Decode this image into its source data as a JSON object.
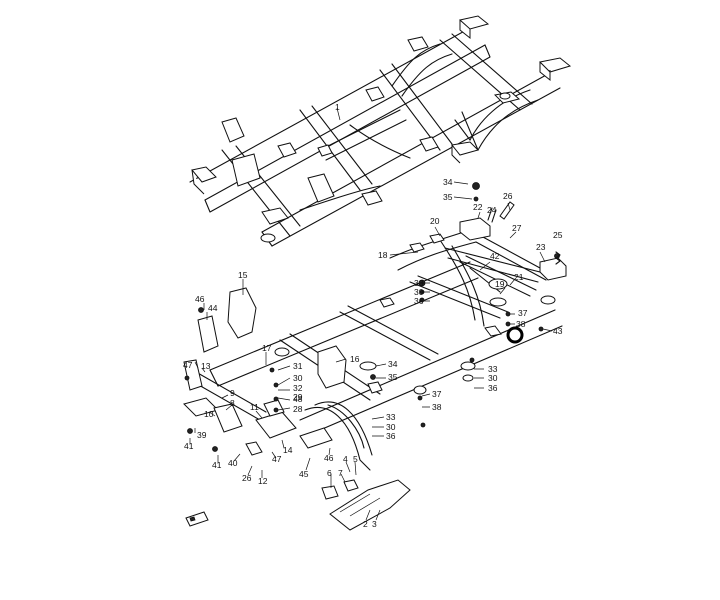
{
  "callouts": [
    {
      "id": "c1",
      "text": "1"
    },
    {
      "id": "c34a",
      "text": "34"
    },
    {
      "id": "c35a",
      "text": "35"
    },
    {
      "id": "c26a",
      "text": "26"
    },
    {
      "id": "c22",
      "text": "22"
    },
    {
      "id": "c24",
      "text": "24"
    },
    {
      "id": "c20",
      "text": "20"
    },
    {
      "id": "c27",
      "text": "27"
    },
    {
      "id": "c18",
      "text": "18"
    },
    {
      "id": "c42",
      "text": "42"
    },
    {
      "id": "c23",
      "text": "23"
    },
    {
      "id": "c25",
      "text": "25"
    },
    {
      "id": "c21",
      "text": "21"
    },
    {
      "id": "c19",
      "text": "19"
    },
    {
      "id": "c33a",
      "text": "33"
    },
    {
      "id": "c30a",
      "text": "30"
    },
    {
      "id": "c36a",
      "text": "36"
    },
    {
      "id": "c37a",
      "text": "37"
    },
    {
      "id": "c38a",
      "text": "38"
    },
    {
      "id": "c43",
      "text": "43"
    },
    {
      "id": "c15",
      "text": "15"
    },
    {
      "id": "c46a",
      "text": "46"
    },
    {
      "id": "c44",
      "text": "44"
    },
    {
      "id": "c16",
      "text": "16"
    },
    {
      "id": "c17",
      "text": "17"
    },
    {
      "id": "c31",
      "text": "31"
    },
    {
      "id": "c30b",
      "text": "30"
    },
    {
      "id": "c32",
      "text": "32"
    },
    {
      "id": "c29",
      "text": "29"
    },
    {
      "id": "c48",
      "text": "48"
    },
    {
      "id": "c28",
      "text": "28"
    },
    {
      "id": "c34b",
      "text": "34"
    },
    {
      "id": "c35b",
      "text": "35"
    },
    {
      "id": "c33b",
      "text": "33"
    },
    {
      "id": "c30c",
      "text": "30"
    },
    {
      "id": "c36b",
      "text": "36"
    },
    {
      "id": "c37b",
      "text": "37"
    },
    {
      "id": "c38b",
      "text": "38"
    },
    {
      "id": "c33c",
      "text": "33"
    },
    {
      "id": "c30d",
      "text": "30"
    },
    {
      "id": "c36c",
      "text": "36"
    },
    {
      "id": "c47a",
      "text": "47"
    },
    {
      "id": "c13",
      "text": "13"
    },
    {
      "id": "c9",
      "text": "9"
    },
    {
      "id": "c8",
      "text": "8"
    },
    {
      "id": "c10",
      "text": "10"
    },
    {
      "id": "c11",
      "text": "11"
    },
    {
      "id": "c39",
      "text": "39"
    },
    {
      "id": "c41a",
      "text": "41"
    },
    {
      "id": "c41b",
      "text": "41"
    },
    {
      "id": "c40",
      "text": "40"
    },
    {
      "id": "c14",
      "text": "14"
    },
    {
      "id": "c47b",
      "text": "47"
    },
    {
      "id": "c26b",
      "text": "26"
    },
    {
      "id": "c12",
      "text": "12"
    },
    {
      "id": "c45",
      "text": "45"
    },
    {
      "id": "c46b",
      "text": "46"
    },
    {
      "id": "c6",
      "text": "6"
    },
    {
      "id": "c7",
      "text": "7"
    },
    {
      "id": "c4",
      "text": "4"
    },
    {
      "id": "c5",
      "text": "5"
    },
    {
      "id": "c2",
      "text": "2"
    },
    {
      "id": "c3",
      "text": "3"
    }
  ]
}
